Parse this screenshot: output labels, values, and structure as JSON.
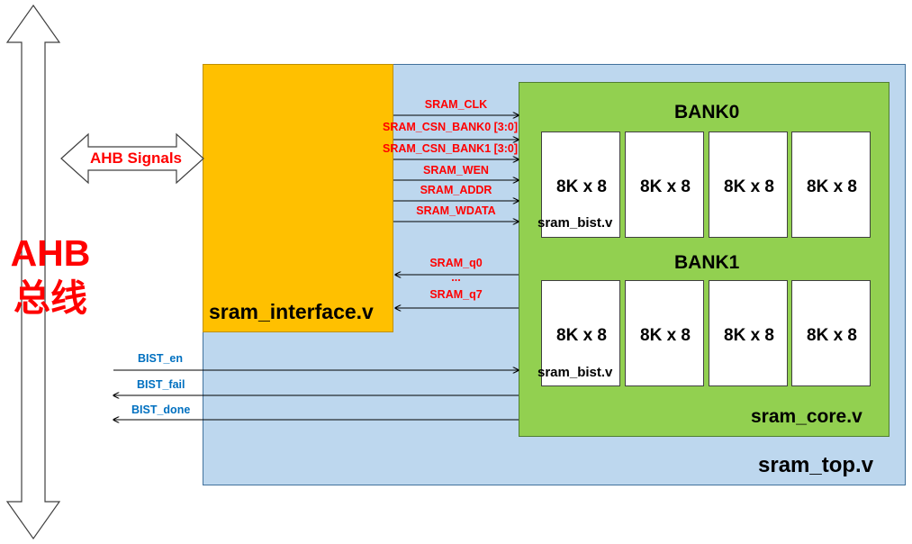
{
  "diagram": {
    "bus_label": "AHB\n总线",
    "ahb_signals_label": "AHB Signals",
    "top_module": "sram_top.v",
    "interface_module": "sram_interface.v",
    "core_module": "sram_core.v",
    "banks": [
      {
        "name": "BANK0",
        "cells": [
          "8K x 8",
          "8K x 8",
          "8K x 8",
          "8K x 8"
        ],
        "bist_label": "sram_bist.v"
      },
      {
        "name": "BANK1",
        "cells": [
          "8K x 8",
          "8K x 8",
          "8K x 8",
          "8K x 8"
        ],
        "bist_label": "sram_bist.v"
      }
    ],
    "to_core_signals": [
      "SRAM_CLK",
      "SRAM_CSN_BANK0 [3:0]",
      "SRAM_CSN_BANK1 [3:0]",
      "SRAM_WEN",
      "SRAM_ADDR",
      "SRAM_WDATA"
    ],
    "from_core_signals": [
      "SRAM_q0",
      "...",
      "SRAM_q7"
    ],
    "bist_signals": [
      "BIST_en",
      "BIST_fail",
      "BIST_done"
    ],
    "colors": {
      "top_fill": "#bdd7ee",
      "interface_fill": "#ffc000",
      "core_fill": "#92d050",
      "signal_red": "#ff0000",
      "signal_blue": "#0070c0"
    }
  }
}
